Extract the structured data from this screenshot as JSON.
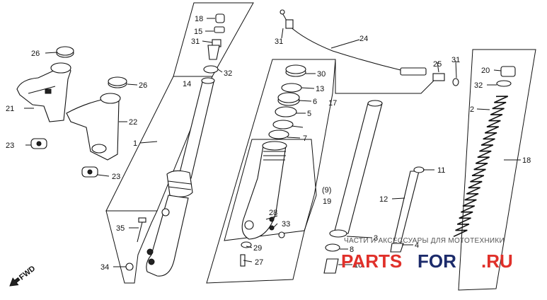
{
  "diagram": {
    "callouts": [
      {
        "id": "c18a",
        "text": "18"
      },
      {
        "id": "c15",
        "text": "15"
      },
      {
        "id": "c31a",
        "text": "31"
      },
      {
        "id": "c32a",
        "text": "32"
      },
      {
        "id": "c14",
        "text": "14"
      },
      {
        "id": "c26a",
        "text": "26"
      },
      {
        "id": "c26b",
        "text": "26"
      },
      {
        "id": "c21",
        "text": "21"
      },
      {
        "id": "c22",
        "text": "22"
      },
      {
        "id": "c23a",
        "text": "23"
      },
      {
        "id": "c23b",
        "text": "23"
      },
      {
        "id": "c1",
        "text": "1"
      },
      {
        "id": "c35",
        "text": "35"
      },
      {
        "id": "c34",
        "text": "34"
      },
      {
        "id": "c31b",
        "text": "31"
      },
      {
        "id": "c24",
        "text": "24"
      },
      {
        "id": "c30",
        "text": "30"
      },
      {
        "id": "c13",
        "text": "13"
      },
      {
        "id": "c6",
        "text": "6"
      },
      {
        "id": "c17",
        "text": "17"
      },
      {
        "id": "c5",
        "text": "5"
      },
      {
        "id": "c7",
        "text": "7"
      },
      {
        "id": "c9",
        "text": "(9)"
      },
      {
        "id": "c19",
        "text": "19"
      },
      {
        "id": "c28",
        "text": "28"
      },
      {
        "id": "c33",
        "text": "33"
      },
      {
        "id": "c29",
        "text": "29"
      },
      {
        "id": "c27",
        "text": "27"
      },
      {
        "id": "c3",
        "text": "3"
      },
      {
        "id": "c8",
        "text": "8"
      },
      {
        "id": "c10",
        "text": "10"
      },
      {
        "id": "c4",
        "text": "4"
      },
      {
        "id": "c11",
        "text": "11"
      },
      {
        "id": "c12",
        "text": "12"
      },
      {
        "id": "c25",
        "text": "25"
      },
      {
        "id": "c31c",
        "text": "31"
      },
      {
        "id": "c20",
        "text": "20"
      },
      {
        "id": "c32b",
        "text": "32"
      },
      {
        "id": "c2",
        "text": "2"
      },
      {
        "id": "c18b",
        "text": "18"
      }
    ],
    "fwd_label": "FWD"
  },
  "watermark": {
    "line1": "ЧАСТИ И АКСЕССУАРЫ ДЛЯ МОТОТЕХНИКИ",
    "part1": "PARTS",
    "part2": "FOR",
    "part3": ".RU",
    "color_red": "#e0302a",
    "color_dark": "#1c2b6b"
  }
}
